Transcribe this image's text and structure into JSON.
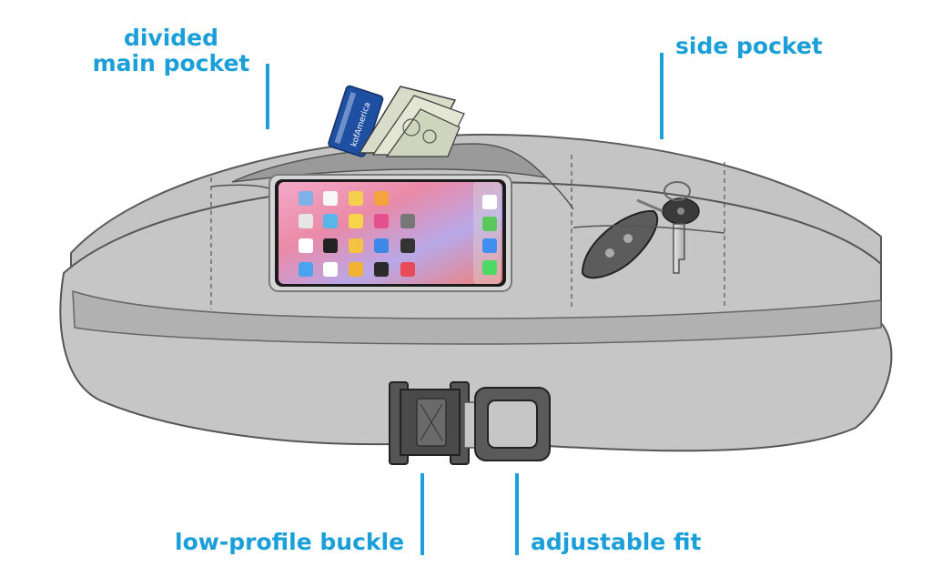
{
  "callouts": {
    "divided_main_pocket_line1": "divided",
    "divided_main_pocket_line2": "main pocket",
    "side_pocket": "side pocket",
    "low_profile_buckle": "low-profile buckle",
    "adjustable_fit": "adjustable fit"
  },
  "card_text": "kofAmerica",
  "colors": {
    "accent": "#1a9fd9",
    "belt_fill": "#c8c8c8",
    "belt_inner": "#b3b3b3",
    "outline": "#5a5a5a",
    "buckle": "#4a4a4a"
  }
}
